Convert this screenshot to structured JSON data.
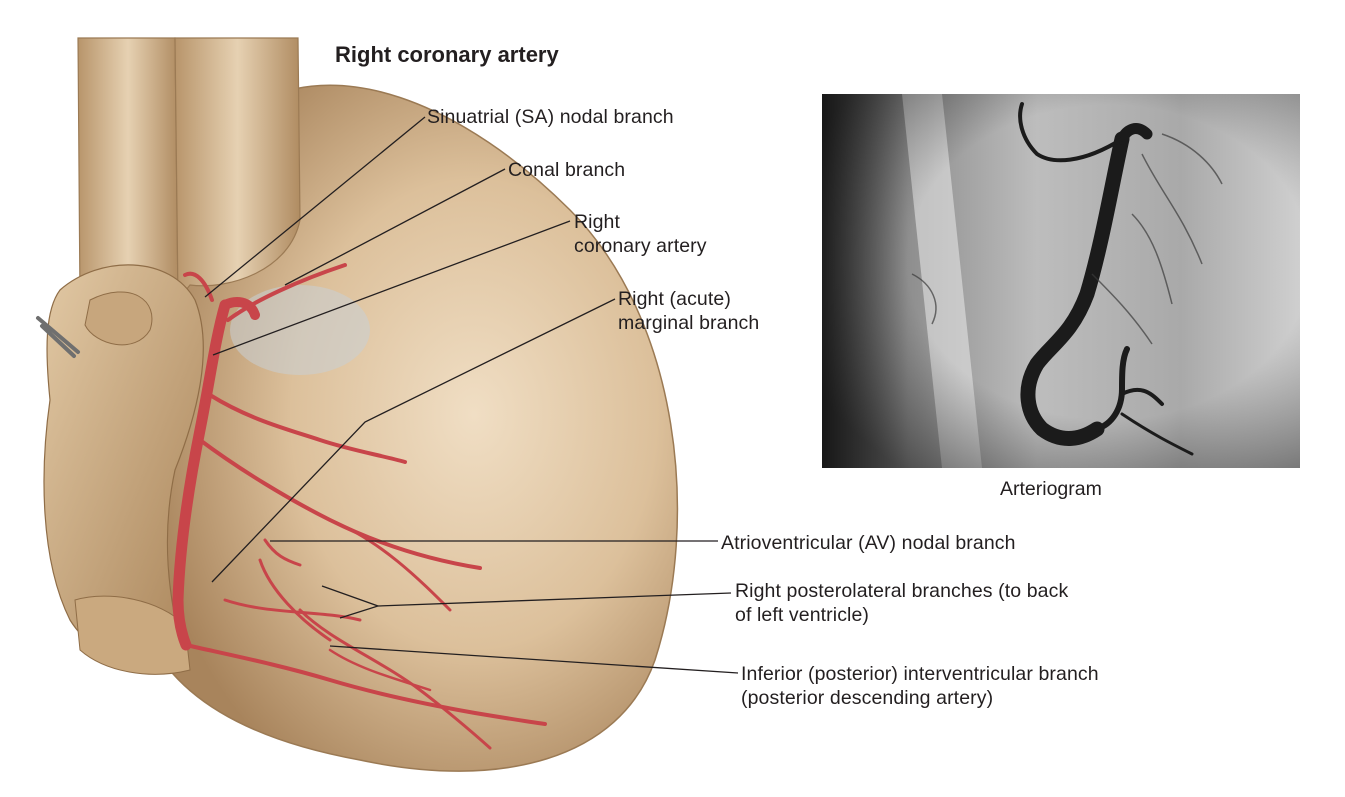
{
  "title": "Right coronary artery",
  "labels": {
    "sa_nodal": "Sinuatrial (SA) nodal branch",
    "conal": "Conal branch",
    "rca_line1": "Right",
    "rca_line2": "coronary artery",
    "marginal_line1": "Right (acute)",
    "marginal_line2": "marginal branch",
    "av_nodal": "Atrioventricular (AV) nodal branch",
    "posterolateral_line1": "Right posterolateral branches (to back",
    "posterolateral_line2": "of left ventricle)",
    "interventricular_line1": "Inferior (posterior) interventricular branch",
    "interventricular_line2": "(posterior descending artery)"
  },
  "arteriogram": {
    "caption": "Arteriogram"
  },
  "colors": {
    "heart": "#d9bc96",
    "artery": "#c8454a",
    "leader": "#231f20"
  }
}
